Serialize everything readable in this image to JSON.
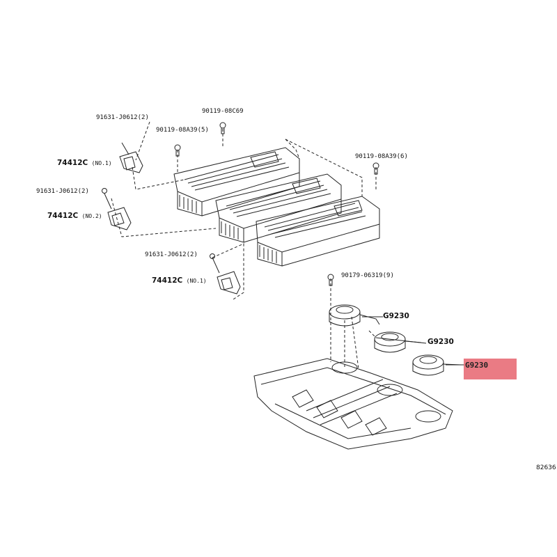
{
  "labels": {
    "bolt_91631_top": "91631-J0612(2)",
    "bolt_90119_08c69": "90119-08C69",
    "bolt_90119_08a39_5": "90119-08A39(5)",
    "part_74412c_no1_top": "74412C",
    "part_74412c_no1_top_sub": "(NO.1)",
    "bolt_91631_mid": "91631-J0612(2)",
    "part_74412c_no2": "74412C",
    "part_74412c_no2_sub": "(NO.2)",
    "bolt_90119_08a39_6": "90119-08A39(6)",
    "bolt_91631_low": "91631-J0612(2)",
    "part_74412c_no1_low": "74412C",
    "part_74412c_no1_low_sub": "(NO.1)",
    "bolt_90179_06319": "90179-06319(9)",
    "part_g9230_a": "G9230",
    "part_g9230_b": "G9230",
    "part_g9230_highlight": "G9230",
    "ref_number": "82636"
  },
  "colors": {
    "line": "#222222",
    "highlight": "#e8707a"
  }
}
